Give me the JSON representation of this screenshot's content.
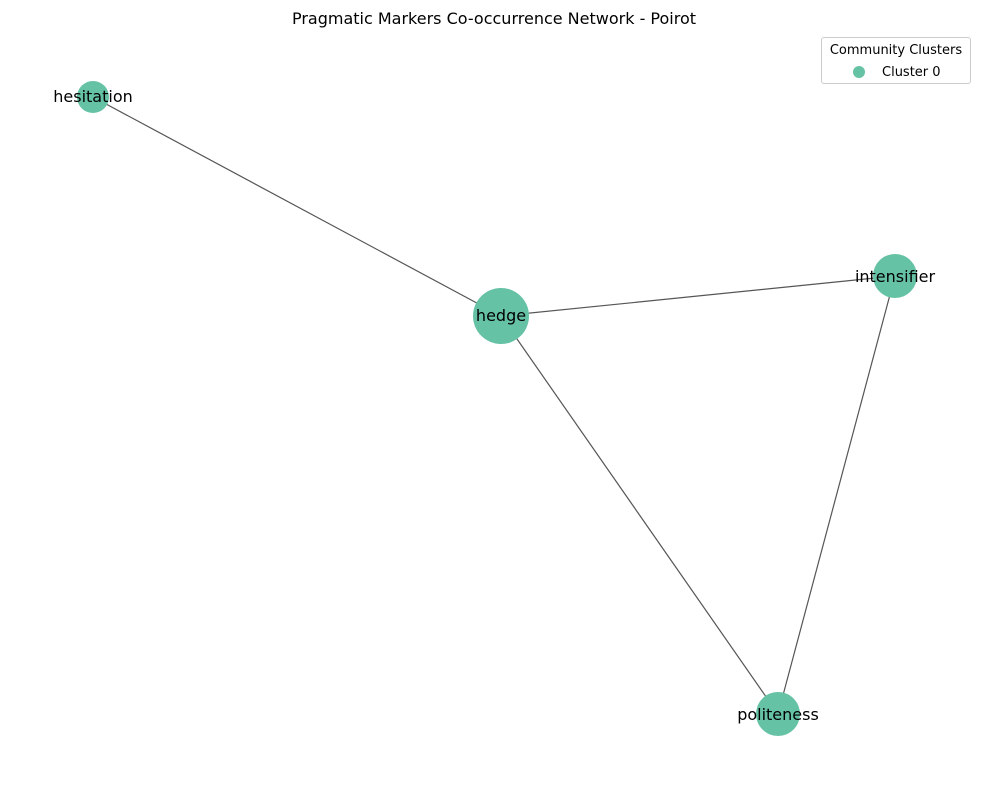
{
  "title": "Pragmatic Markers Co-occurrence Network - Poirot",
  "colors": {
    "node": "#66c2a5",
    "edge": "#555555",
    "cluster_0": "#66c2a5"
  },
  "legend": {
    "title": "Community Clusters",
    "items": [
      {
        "label": "Cluster 0",
        "color": "#66c2a5"
      }
    ]
  },
  "nodes": [
    {
      "id": "hesitation",
      "label": "hesitation",
      "cluster": 0,
      "size": "small"
    },
    {
      "id": "hedge",
      "label": "hedge",
      "cluster": 0,
      "size": "large"
    },
    {
      "id": "intensifier",
      "label": "intensifier",
      "cluster": 0,
      "size": "medium"
    },
    {
      "id": "politeness",
      "label": "politeness",
      "cluster": 0,
      "size": "medium"
    }
  ],
  "edges": [
    {
      "source": "hesitation",
      "target": "hedge"
    },
    {
      "source": "hedge",
      "target": "intensifier"
    },
    {
      "source": "hedge",
      "target": "politeness"
    },
    {
      "source": "intensifier",
      "target": "politeness"
    }
  ]
}
